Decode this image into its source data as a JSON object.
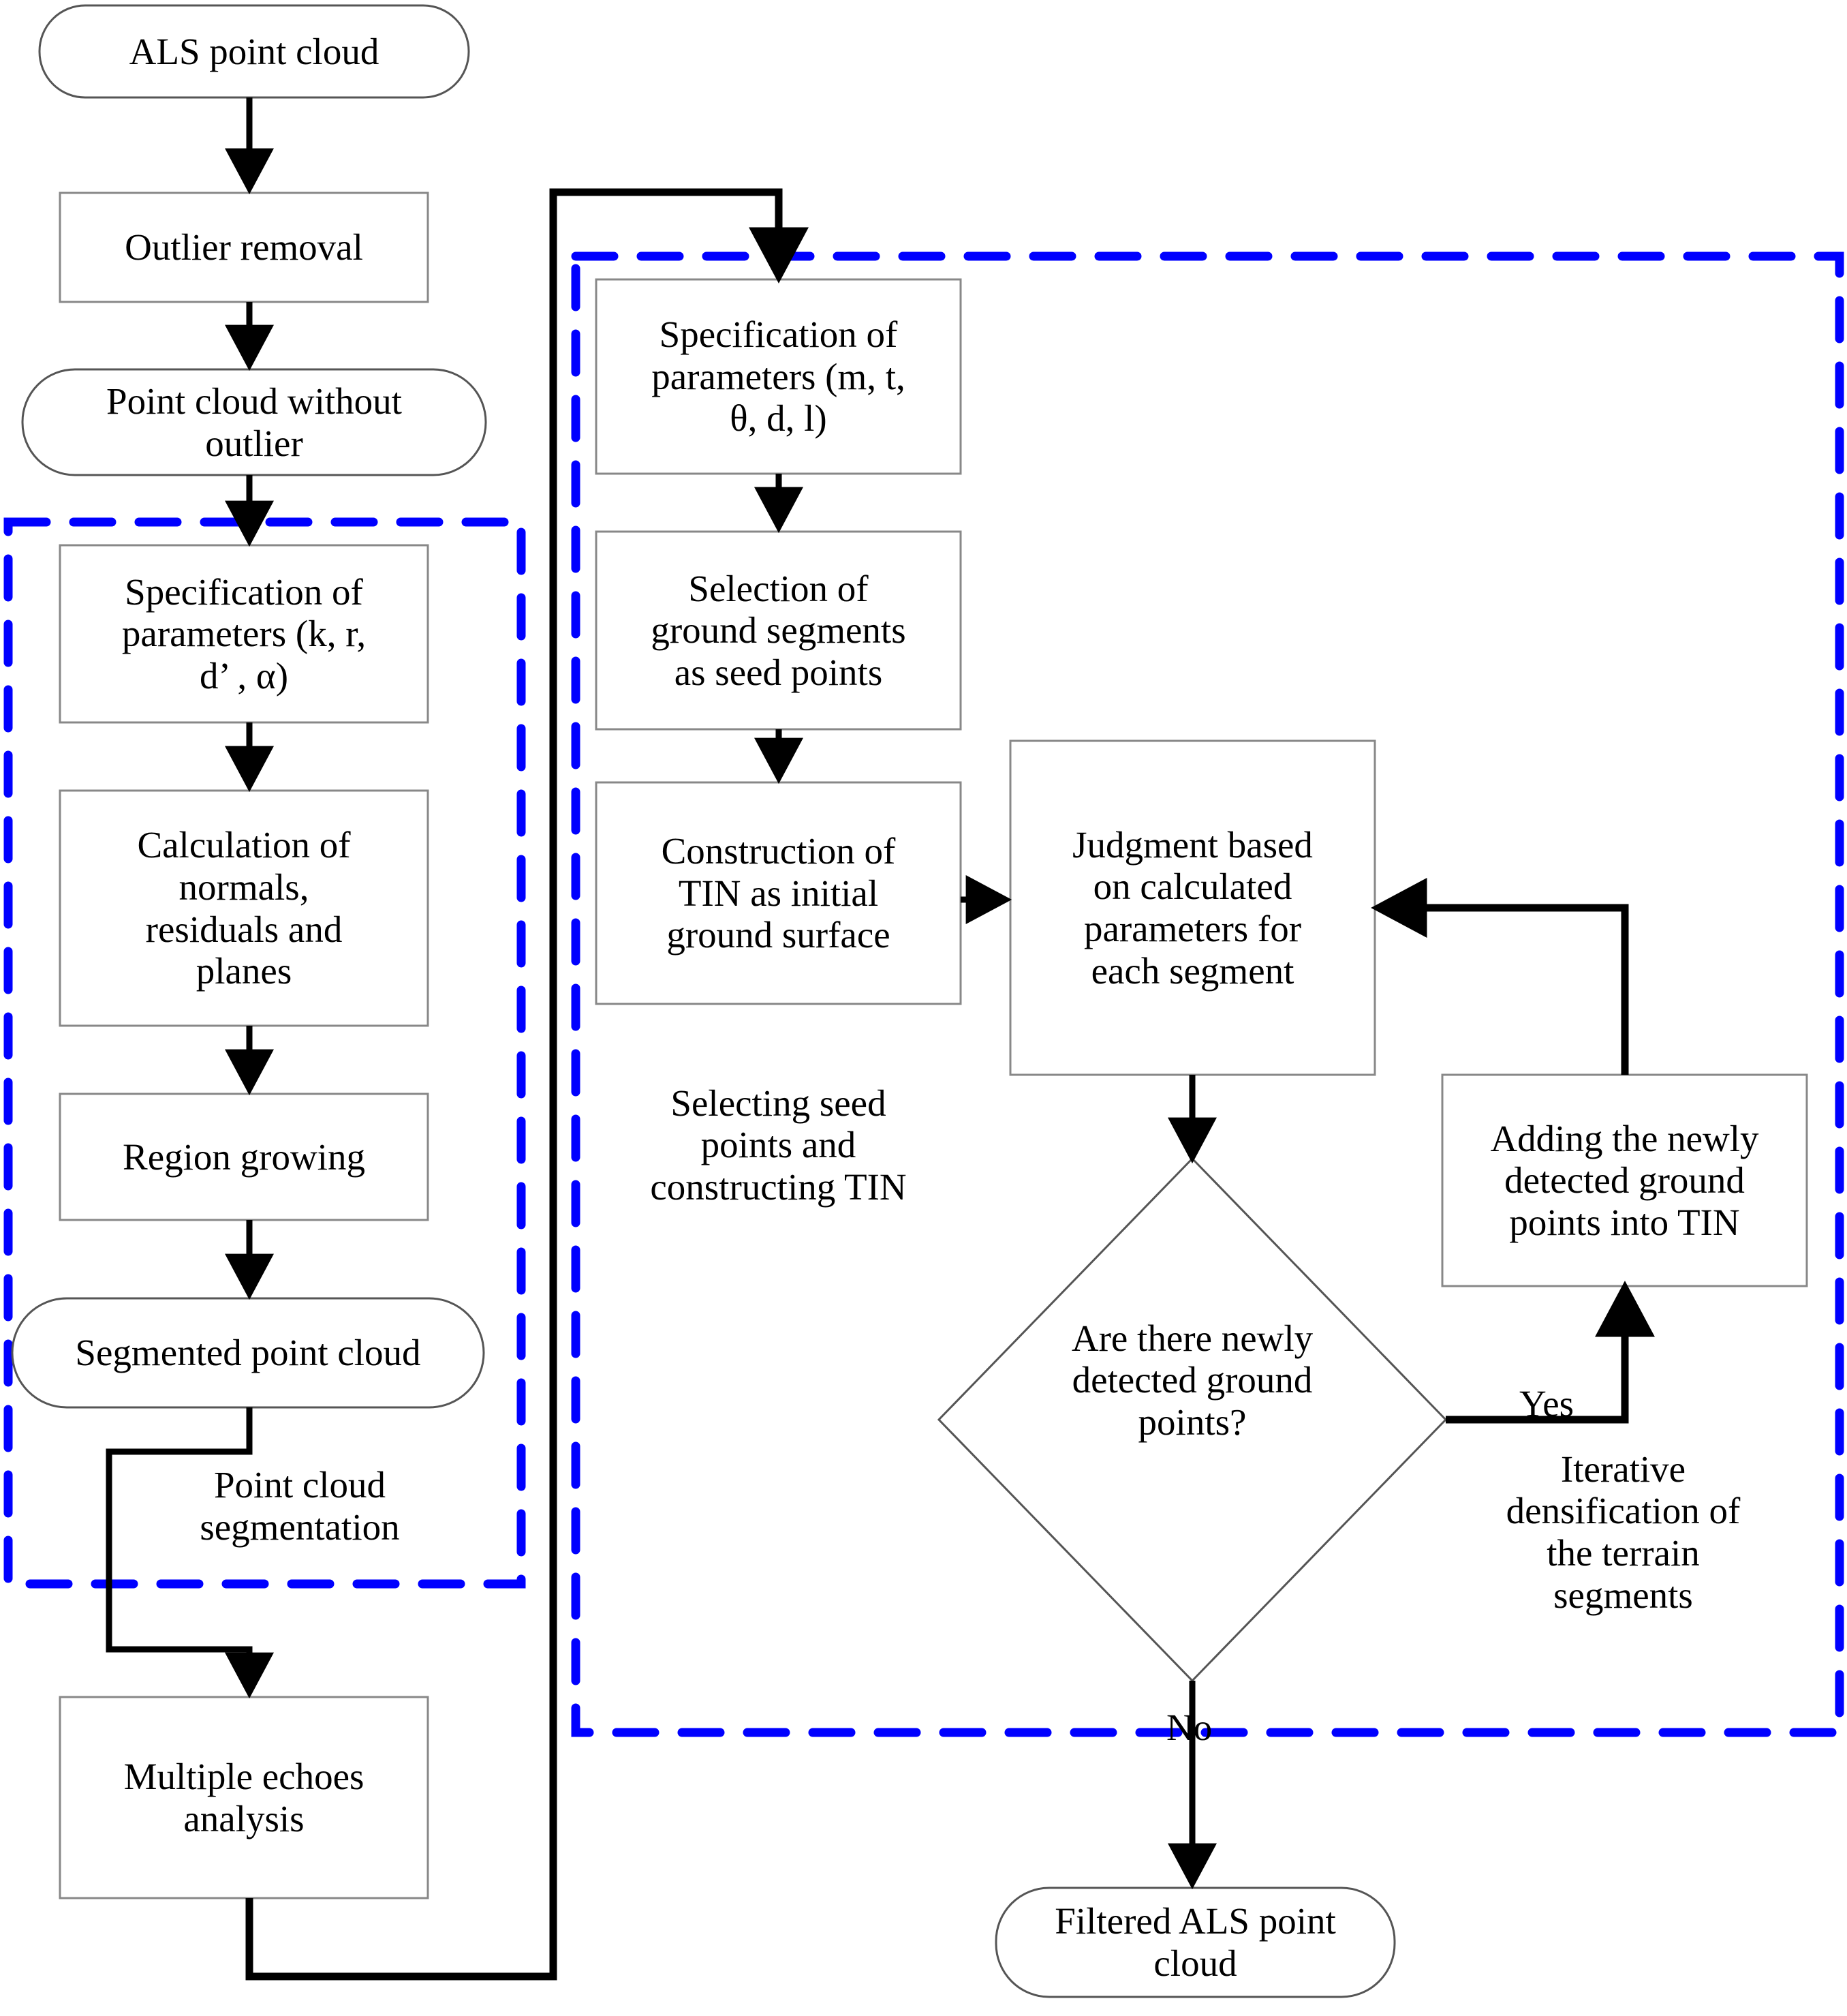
{
  "diagram": {
    "title": "ALS point cloud filtering workflow",
    "colors": {
      "group_dashed_border": "#0000ff",
      "node_border": "#808080",
      "connector": "#000000",
      "text": "#000000",
      "background": "#ffffff"
    },
    "nodes": [
      {
        "id": "als-point-cloud",
        "shape": "terminator",
        "label": "ALS point cloud"
      },
      {
        "id": "outlier-removal",
        "shape": "process",
        "label": "Outlier removal"
      },
      {
        "id": "point-cloud-no-outlier",
        "shape": "terminator",
        "label": "Point cloud without outlier"
      },
      {
        "id": "spec-params-left",
        "shape": "process",
        "label": "Specification of parameters (k, r, d’ , α)"
      },
      {
        "id": "calc-normals",
        "shape": "process",
        "label": "Calculation of normals, residuals and planes"
      },
      {
        "id": "region-growing",
        "shape": "process",
        "label": "Region growing"
      },
      {
        "id": "segmented-point-cloud",
        "shape": "terminator",
        "label": "Segmented point cloud"
      },
      {
        "id": "multiple-echoes",
        "shape": "process",
        "label": "Multiple echoes analysis"
      },
      {
        "id": "spec-params-right",
        "shape": "process",
        "label": "Specification of parameters (m, t, θ, d, l)"
      },
      {
        "id": "selection-ground-seg",
        "shape": "process",
        "label": "Selection of ground segments as seed points"
      },
      {
        "id": "construction-tin",
        "shape": "process",
        "label": "Construction of TIN as initial ground surface"
      },
      {
        "id": "judgment-params",
        "shape": "process",
        "label": "Judgment based on calculated parameters for each segment"
      },
      {
        "id": "newly-detected-decision",
        "shape": "decision",
        "label": "Are there newly detected ground points?"
      },
      {
        "id": "adding-points-tin",
        "shape": "process",
        "label": "Adding the newly detected ground points into TIN"
      },
      {
        "id": "filtered-als-cloud",
        "shape": "terminator",
        "label": "Filtered ALS point cloud"
      }
    ],
    "node_lines": {
      "als-point-cloud": [
        "ALS point cloud"
      ],
      "outlier-removal": [
        "Outlier removal"
      ],
      "point-cloud-no-outlier": [
        "Point cloud without",
        "outlier"
      ],
      "spec-params-left": [
        "Specification of",
        "parameters (k, r,",
        "d’ , α)"
      ],
      "calc-normals": [
        "Calculation of",
        "normals,",
        "residuals and",
        "planes"
      ],
      "region-growing": [
        "Region growing"
      ],
      "segmented-point-cloud": [
        "Segmented point cloud"
      ],
      "multiple-echoes": [
        "Multiple echoes",
        "analysis"
      ],
      "spec-params-right": [
        "Specification of",
        "parameters (m, t,",
        "θ, d, l)"
      ],
      "selection-ground-seg": [
        "Selection of",
        "ground segments",
        "as seed points"
      ],
      "construction-tin": [
        "Construction of",
        "TIN as initial",
        "ground surface"
      ],
      "judgment-params": [
        "Judgment based",
        "on calculated",
        "parameters for",
        "each segment"
      ],
      "newly-detected-decision": [
        "Are there newly",
        "detected ground",
        "points?"
      ],
      "adding-points-tin": [
        "Adding the newly",
        "detected ground",
        "points into TIN"
      ],
      "filtered-als-cloud": [
        "Filtered ALS point",
        "cloud"
      ]
    },
    "group_labels": [
      {
        "id": "point-cloud-segmentation",
        "lines": [
          "Point cloud",
          "segmentation"
        ]
      },
      {
        "id": "selecting-seed-points",
        "lines": [
          "Selecting seed",
          "points and",
          "constructing TIN"
        ]
      },
      {
        "id": "iterative-densification",
        "lines": [
          "Iterative",
          "densification of",
          "the terrain",
          "segments"
        ]
      }
    ],
    "edge_labels": [
      {
        "id": "yes-label",
        "text": "Yes"
      },
      {
        "id": "no-label",
        "text": "No"
      }
    ],
    "groups": [
      {
        "id": "segmentation-group",
        "style": "dashed-blue"
      },
      {
        "id": "densification-group",
        "style": "dashed-blue"
      }
    ]
  }
}
